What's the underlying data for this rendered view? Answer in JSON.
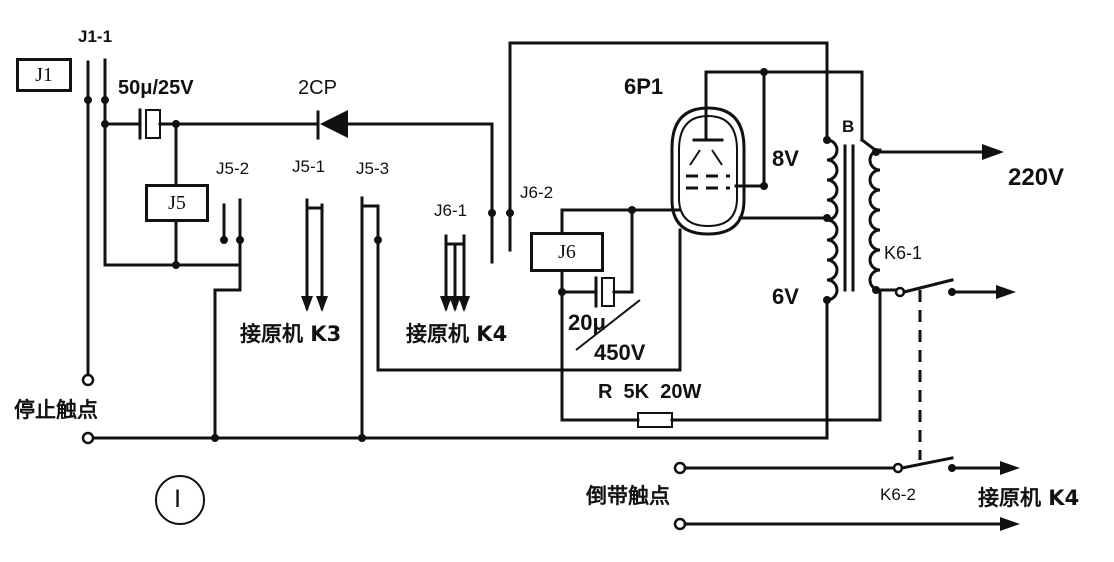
{
  "labels": {
    "j1_box": "J1",
    "j1_1": "J1-1",
    "cap1": "50μ/25V",
    "diode": "2CP",
    "j5_box": "J5",
    "j5_2": "J5-2",
    "j5_1": "J5-1",
    "j5_3": "J5-3",
    "j6_1": "J6-1",
    "j6_2": "J6-2",
    "j6_box": "J6",
    "tube": "6P1",
    "transformer": "B",
    "v8": "8V",
    "v6": "6V",
    "v220": "220V",
    "k6_1": "K6-1",
    "k6_2": "K6-2",
    "cap2_value": "20μ",
    "cap2_voltage": "450V",
    "resistor": "R  5K  20W",
    "to_k3": "接原机 K3",
    "to_k4": "接原机 K4",
    "to_k4b": "接原机 K4",
    "stop_contact": "停止触点",
    "rewind_contact": "倒带触点",
    "figure_number": "Ⅰ"
  },
  "colors": {
    "ink": "#111111",
    "paper": "#ffffff"
  }
}
